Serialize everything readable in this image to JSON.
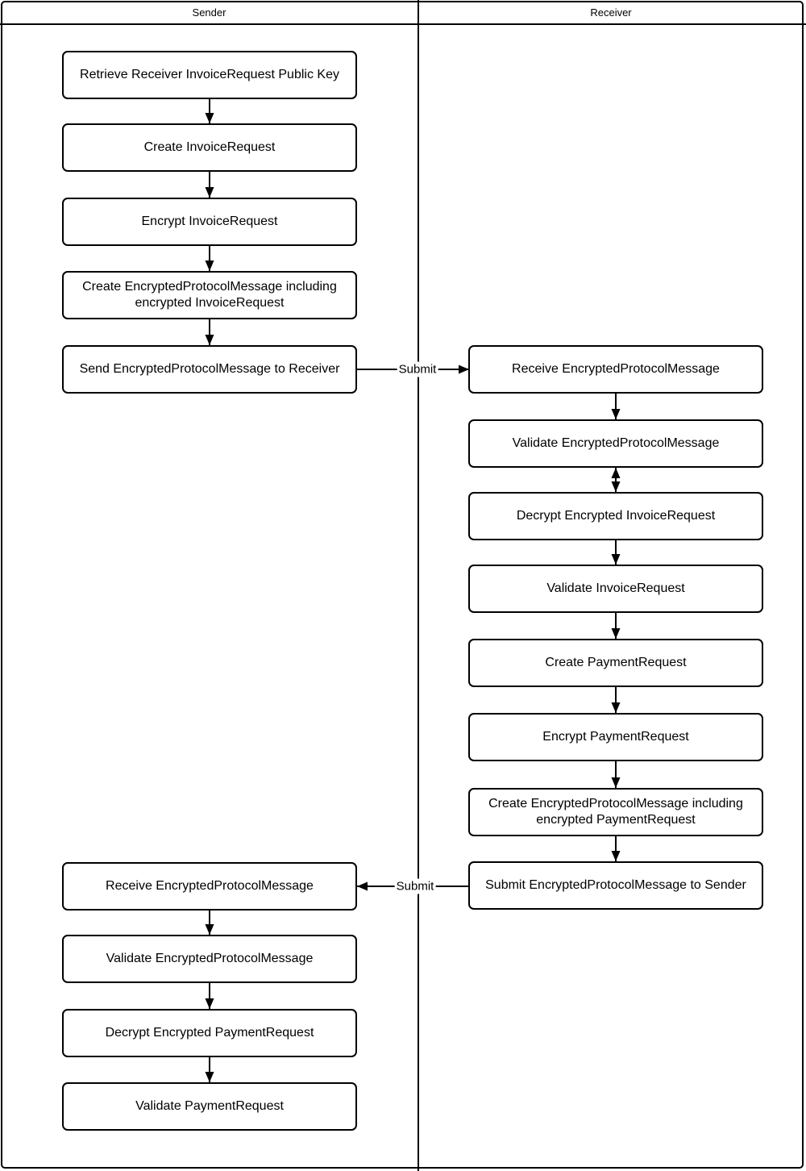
{
  "diagram": {
    "lanes": [
      {
        "label": "Sender"
      },
      {
        "label": "Receiver"
      }
    ],
    "edges": {
      "submit_to_receiver": {
        "label": "Submit"
      },
      "submit_to_sender": {
        "label": "Submit"
      }
    },
    "nodes": [
      {
        "lane": "sender",
        "label": "Retrieve Receiver InvoiceRequest Public Key"
      },
      {
        "lane": "sender",
        "label": "Create InvoiceRequest"
      },
      {
        "lane": "sender",
        "label": "Encrypt InvoiceRequest"
      },
      {
        "lane": "sender",
        "label": "Create EncryptedProtocolMessage including encrypted InvoiceRequest"
      },
      {
        "lane": "sender",
        "label": "Send EncryptedProtocolMessage to Receiver"
      },
      {
        "lane": "receiver",
        "label": "Receive EncryptedProtocolMessage"
      },
      {
        "lane": "receiver",
        "label": "Validate EncryptedProtocolMessage"
      },
      {
        "lane": "receiver",
        "label": "Decrypt Encrypted InvoiceRequest"
      },
      {
        "lane": "receiver",
        "label": "Validate InvoiceRequest"
      },
      {
        "lane": "receiver",
        "label": "Create PaymentRequest"
      },
      {
        "lane": "receiver",
        "label": "Encrypt PaymentRequest"
      },
      {
        "lane": "receiver",
        "label": "Create EncryptedProtocolMessage including encrypted PaymentRequest"
      },
      {
        "lane": "receiver",
        "label": "Submit EncryptedProtocolMessage to Sender"
      },
      {
        "lane": "sender",
        "label": "Receive EncryptedProtocolMessage"
      },
      {
        "lane": "sender",
        "label": "Validate EncryptedProtocolMessage"
      },
      {
        "lane": "sender",
        "label": "Decrypt Encrypted PaymentRequest"
      },
      {
        "lane": "sender",
        "label": "Validate PaymentRequest"
      }
    ]
  }
}
